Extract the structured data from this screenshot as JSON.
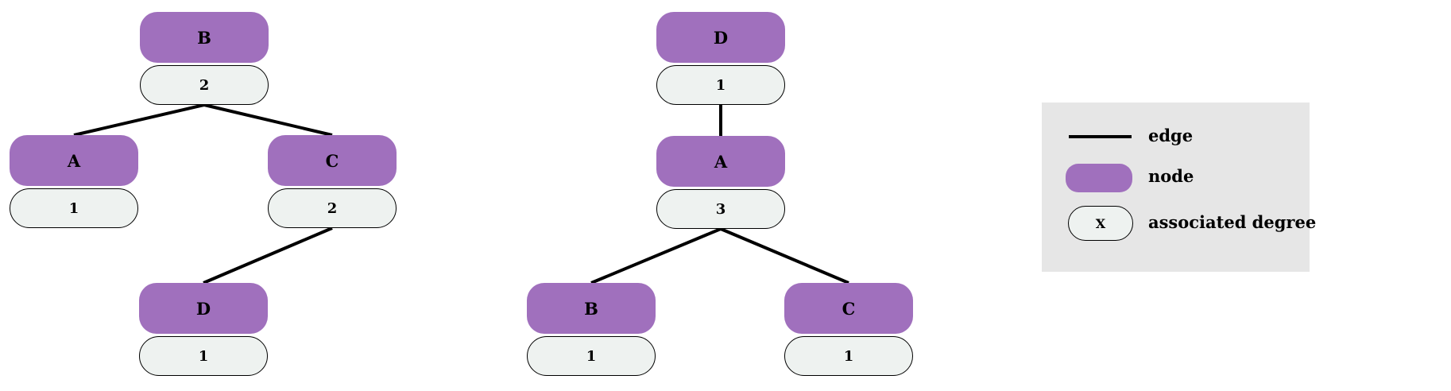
{
  "colors": {
    "node_fill": "#a070bd",
    "degree_fill": "#eef2f0",
    "legend_bg": "#e6e6e6",
    "edge": "#000000"
  },
  "trees": [
    {
      "nodes": [
        {
          "id": "B",
          "label": "B",
          "degree": "2"
        },
        {
          "id": "A",
          "label": "A",
          "degree": "1"
        },
        {
          "id": "C",
          "label": "C",
          "degree": "2"
        },
        {
          "id": "D",
          "label": "D",
          "degree": "1"
        }
      ],
      "edges": [
        [
          "B",
          "A"
        ],
        [
          "B",
          "C"
        ],
        [
          "C",
          "D"
        ]
      ]
    },
    {
      "nodes": [
        {
          "id": "D",
          "label": "D",
          "degree": "1"
        },
        {
          "id": "A",
          "label": "A",
          "degree": "3"
        },
        {
          "id": "B",
          "label": "B",
          "degree": "1"
        },
        {
          "id": "C",
          "label": "C",
          "degree": "1"
        }
      ],
      "edges": [
        [
          "D",
          "A"
        ],
        [
          "A",
          "B"
        ],
        [
          "A",
          "C"
        ]
      ]
    }
  ],
  "legend": {
    "edge_label": "edge",
    "node_label": "node",
    "degree_symbol": "X",
    "degree_label": "associated degree"
  }
}
